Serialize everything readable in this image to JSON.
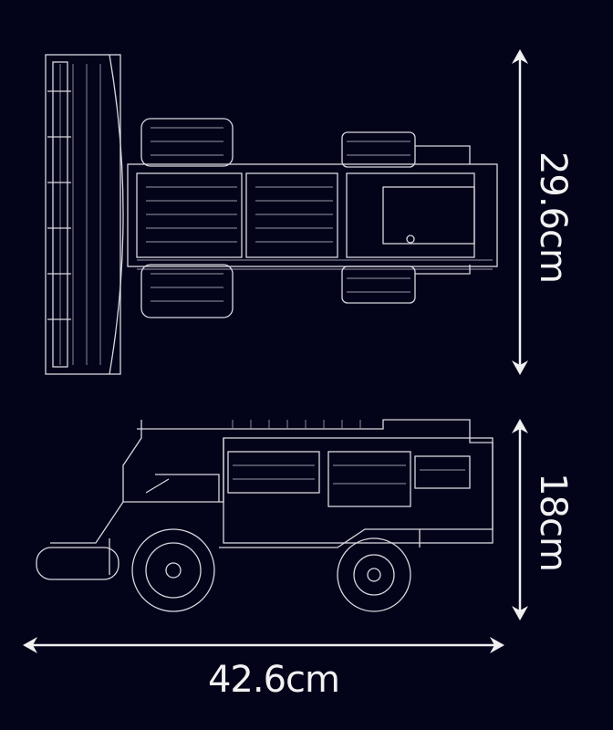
{
  "dimensions": {
    "width_label": "42.6cm",
    "depth_label": "29.6cm",
    "height_label": "18cm"
  },
  "colors": {
    "background": "#03031a",
    "lines": "#d8d8de"
  }
}
